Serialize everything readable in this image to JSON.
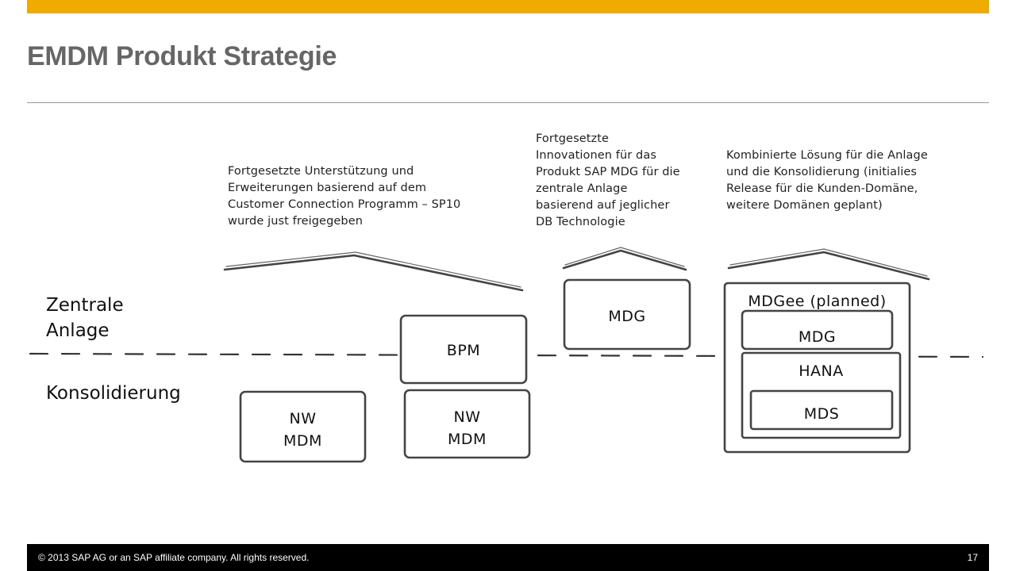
{
  "slide": {
    "title": "EMDM Produkt Strategie",
    "brand_color": "#f0ab00"
  },
  "rows": {
    "central": "Zentrale\nAnlage",
    "consolidation": "Konsolidierung"
  },
  "notes": {
    "mdm": "Fortgesetzte Unterstützung und\nErweiterungen basierend auf dem\nCustomer Connection Programm – SP10\nwurde just freigegeben",
    "mdg": "Fortgesetzte\nInnovationen für das\nProdukt SAP MDG für die\nzentrale Anlage\nbasierend auf jeglicher\nDB Technologie",
    "mdgee": "Kombinierte Lösung für die Anlage\nund die Konsolidierung (initialies\nRelease für die Kunden-Domäne,\nweitere Domänen geplant)"
  },
  "boxes": {
    "nw_mdm_1": "NW\nMDM",
    "bpm": "BPM",
    "nw_mdm_2": "NW\nMDM",
    "mdg": "MDG",
    "mdgee_title": "MDGee (planned)",
    "mdgee_mdg": "MDG",
    "hana": "HANA",
    "mds": "MDS"
  },
  "footer": {
    "copyright": "© 2013 SAP AG or an SAP affiliate company. All rights reserved.",
    "page": "17"
  }
}
